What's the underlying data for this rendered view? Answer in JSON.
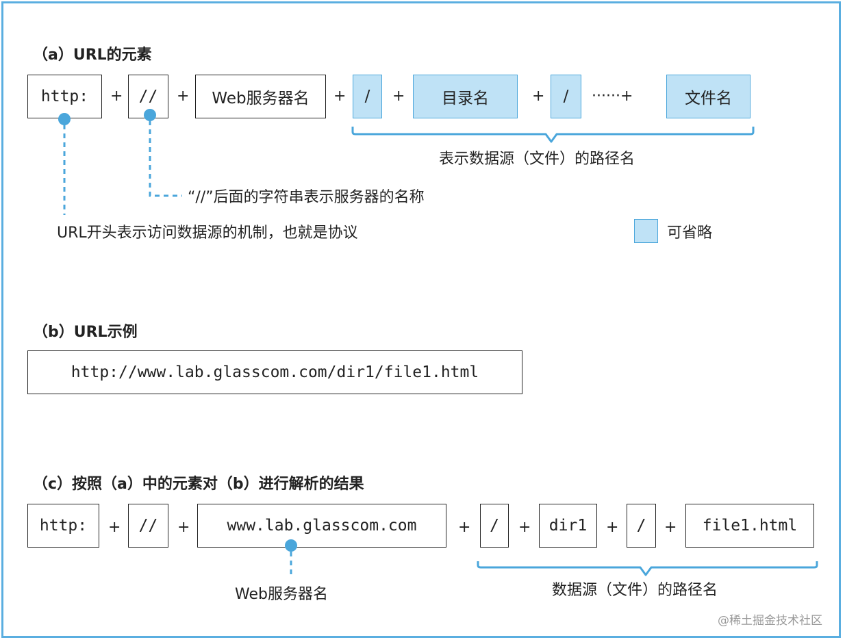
{
  "section_a": {
    "heading": "（a）URL的元素",
    "boxes": [
      "http:",
      "//",
      "Web服务器名",
      "/",
      "目录名",
      "/",
      "文件名"
    ],
    "ops": [
      "+",
      "+",
      "+",
      "+",
      "+",
      "······+"
    ],
    "path_brace_label": "表示数据源（文件）的路径名",
    "slash_note": "“//”后面的字符串表示服务器的名称",
    "protocol_note": "URL开头表示访问数据源的机制，也就是协议",
    "legend_label": "可省略"
  },
  "section_b": {
    "heading": "（b）URL示例",
    "url": "http://www.lab.glasscom.com/dir1/file1.html"
  },
  "section_c": {
    "heading": "（c）按照（a）中的元素对（b）进行解析的结果",
    "boxes": [
      "http:",
      "//",
      "www.lab.glasscom.com",
      "/",
      "dir1",
      "/",
      "file1.html"
    ],
    "ops": [
      "+",
      "+",
      "+",
      "+",
      "+",
      "+"
    ],
    "server_note": "Web服务器名",
    "path_brace_label": "数据源（文件）的路径名"
  },
  "watermark": "@稀土掘金技术社区",
  "colors": {
    "accent": "#4aa6db",
    "optional_fill": "#bfe2f6",
    "border": "#222222"
  }
}
